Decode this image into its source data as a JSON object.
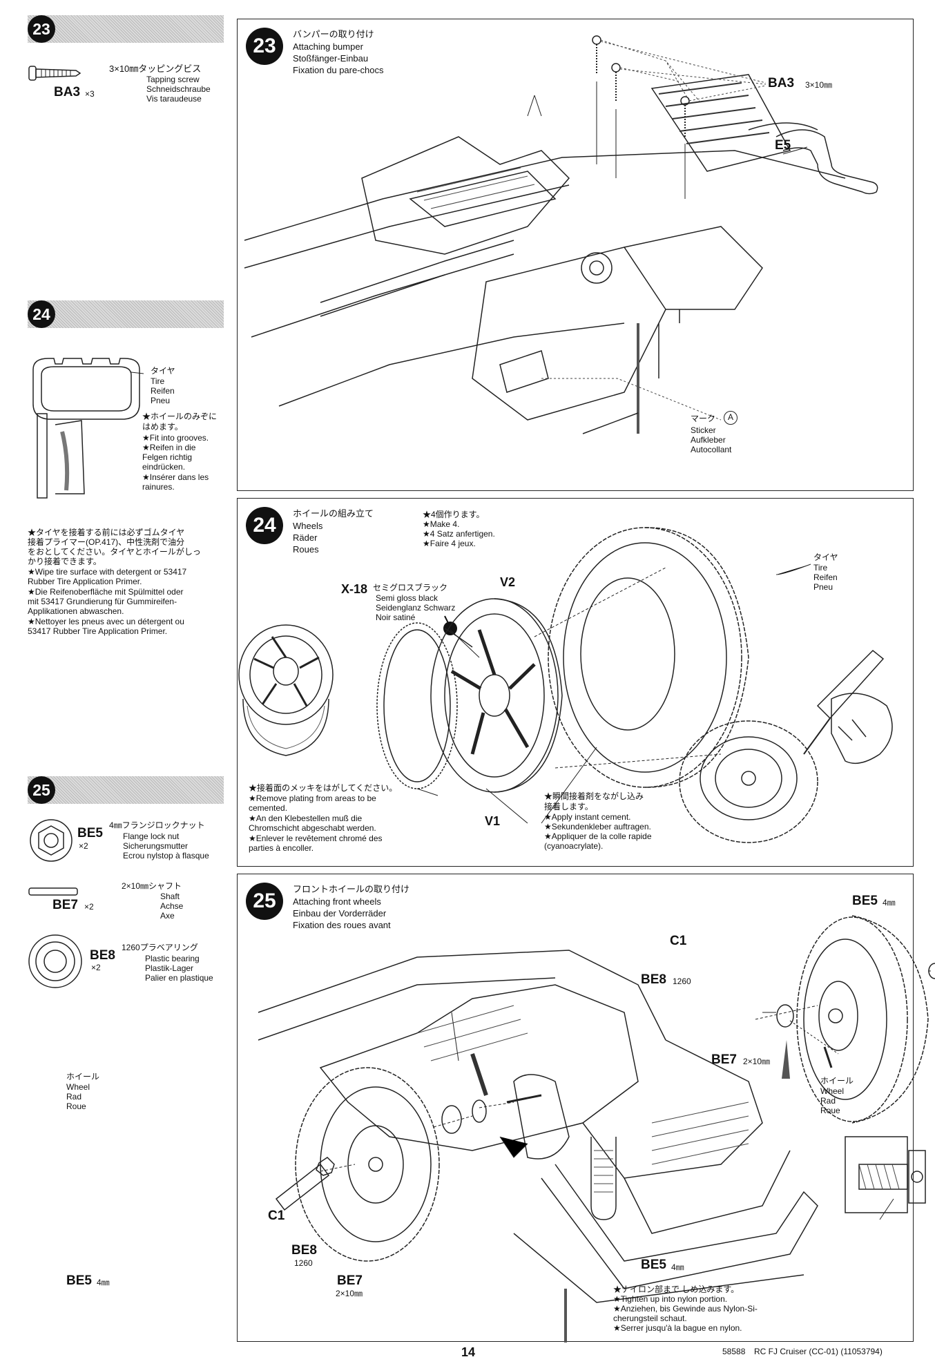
{
  "side": {
    "s23": {
      "num": "23",
      "ba3_spec": "3×10㎜タッピングビス",
      "ba3_en": "Tapping screw",
      "ba3_de": "Schneidschraube",
      "ba3_fr": "Vis taraudeuse",
      "ba3_code": "BA3",
      "ba3_qty": "×3"
    },
    "s24": {
      "num": "24",
      "tire_jp": "タイヤ",
      "tire_en": "Tire",
      "tire_de": "Reifen",
      "tire_fr": "Pneu",
      "n1": "★ホイールのみぞに",
      "n2": "はめます。",
      "n3": "★Fit into grooves.",
      "n4": "★Reifen in die",
      "n5": "Felgen richtig",
      "n6": "eindrücken.",
      "n7": "★Insérer dans les",
      "n8": "rainures.",
      "w1": "★タイヤを接着する前には必ずゴムタイヤ",
      "w2": "接着プライマー(OP.417)、中性洗剤で油分",
      "w3": "をおとしてください。タイヤとホイールがしっ",
      "w4": "かり接着できます。",
      "w5": "★Wipe tire surface with detergent or 53417",
      "w6": "Rubber Tire Application Primer.",
      "w7": "★Die Reifenoberfläche mit Spülmittel oder",
      "w8": "mit 53417 Grundierung für Gummireifen-",
      "w9": "Applikationen abwaschen.",
      "w10": "★Nettoyer les pneus avec un détergent ou",
      "w11": "53417 Rubber Tire Application Primer."
    },
    "s25": {
      "num": "25",
      "be5_code": "BE5",
      "be5_qty": "×2",
      "be5_spec": "4㎜フランジロックナット",
      "be5_en": "Flange lock nut",
      "be5_de": "Sicherungsmutter",
      "be5_fr": "Ecrou nylstop à flasque",
      "be7_code": "BE7",
      "be7_qty": "×2",
      "be7_spec": "2×10㎜シャフト",
      "be7_en": "Shaft",
      "be7_de": "Achse",
      "be7_fr": "Axe",
      "be8_code": "BE8",
      "be8_qty": "×2",
      "be8_spec": "1260プラベアリング",
      "be8_en": "Plastic bearing",
      "be8_de": "Plastik-Lager",
      "be8_fr": "Palier en plastique"
    }
  },
  "panel23": {
    "num": "23",
    "jp": "バンパーの取り付け",
    "en": "Attaching bumper",
    "de": "Stoßfänger-Einbau",
    "fr": "Fixation du pare-chocs",
    "ba3": "BA3",
    "ba3_size": "3×10㎜",
    "e5": "E5",
    "mark": "マーク",
    "mark_id": "A",
    "sticker_en": "Sticker",
    "sticker_de": "Aufkleber",
    "sticker_fr": "Autocollant"
  },
  "panel24": {
    "num": "24",
    "jp": "ホイールの組み立て",
    "en": "Wheels",
    "de": "Räder",
    "fr": "Roues",
    "m1": "★4個作ります。",
    "m2": "★Make 4.",
    "m3": "★4 Satz anfertigen.",
    "m4": "★Faire 4 jeux.",
    "x18": "X-18",
    "x18_jp": "セミグロスブラック",
    "x18_en": "Semi gloss black",
    "x18_de": "Seidenglanz Schwarz",
    "x18_fr": "Noir satiné",
    "v1": "V1",
    "v2": "V2",
    "tire_jp": "タイヤ",
    "tire_en": "Tire",
    "tire_de": "Reifen",
    "tire_fr": "Pneu",
    "p1": "★接着面のメッキをはがしてください。",
    "p2": "★Remove plating from areas to be",
    "p3": "cemented.",
    "p4": "★An den Klebestellen muß die",
    "p5": "Chromschicht abgeschabt werden.",
    "p6": "★Enlever le revêtement chromé des",
    "p7": "parties à encoller.",
    "c1": "★瞬間接着剤をながし込み",
    "c2": "接着します。",
    "c3": "★Apply instant cement.",
    "c4": "★Sekundenkleber auftragen.",
    "c5": "★Appliquer de la colle rapide",
    "c6": "(cyanoacrylate)."
  },
  "panel25": {
    "num": "25",
    "jp": "フロントホイールの取り付け",
    "en": "Attaching front wheels",
    "de": "Einbau der Vorderräder",
    "fr": "Fixation des roues avant",
    "be5": "BE5",
    "mm4": "4㎜",
    "c1": "C1",
    "be8": "BE8",
    "n1260": "1260",
    "be7": "BE7",
    "s2x10": "2×10㎜",
    "wheel_jp": "ホイール",
    "wheel_en": "Wheel",
    "wheel_de": "Rad",
    "wheel_fr": "Roue",
    "t1": "★ナイロン部まで しめ込みます。",
    "t2": "★Tighten up into nylon portion.",
    "t3": "★Anziehen, bis Gewinde aus Nylon-Si-",
    "t4": "cherungsteil schaut.",
    "t5": "★Serrer jusqu'à la bague en nylon."
  },
  "footer": {
    "page": "14",
    "code": "58588",
    "title": "RC FJ Cruiser (CC-01) (11053794)"
  }
}
